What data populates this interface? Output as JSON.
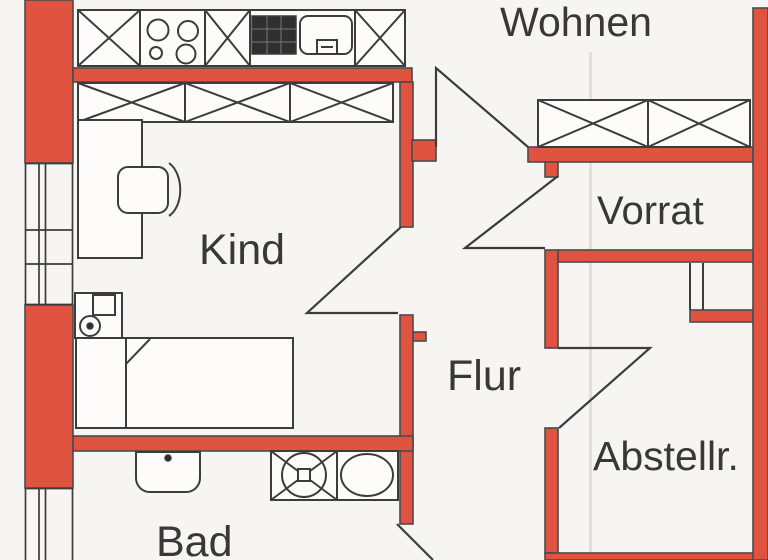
{
  "plan": {
    "type": "apartment-floor-plan",
    "language": "de",
    "rooms": [
      {
        "id": "wohnen",
        "label": "Wohnen"
      },
      {
        "id": "vorrat",
        "label": "Vorrat"
      },
      {
        "id": "kind",
        "label": "Kind"
      },
      {
        "id": "flur",
        "label": "Flur"
      },
      {
        "id": "abstellraum",
        "label": "Abstellr."
      },
      {
        "id": "bad",
        "label": "Bad"
      }
    ],
    "colors": {
      "wall": "#df5340",
      "outline": "#4b4b4b",
      "line": "#3c3c3c",
      "background": "#f7f5f1",
      "furniture": "#fdfcfa",
      "label": "#383838",
      "crease": "#cfc9c1",
      "dark": "#2f2f2f"
    },
    "symbols": [
      "kitchen-counter",
      "cooktop-4-burners",
      "kitchen-sink",
      "dish-drainer",
      "closet-crossed-box",
      "wardrobe-crossed-box",
      "desk",
      "chair",
      "single-bed",
      "nightstand-with-lamp",
      "washbasin",
      "washing-machine",
      "bathtub",
      "door-swing",
      "window"
    ]
  }
}
